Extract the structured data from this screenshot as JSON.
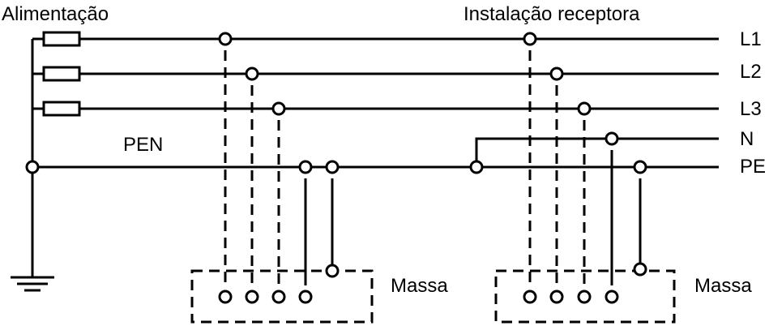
{
  "labels": {
    "supply": "Alimentação",
    "receiver": "Instalação receptora",
    "pen": "PEN",
    "mass_left": "Massa",
    "mass_right": "Massa"
  },
  "lines": {
    "l1": "L1",
    "l2": "L2",
    "l3": "L3",
    "n": "N",
    "pe": "PE"
  }
}
